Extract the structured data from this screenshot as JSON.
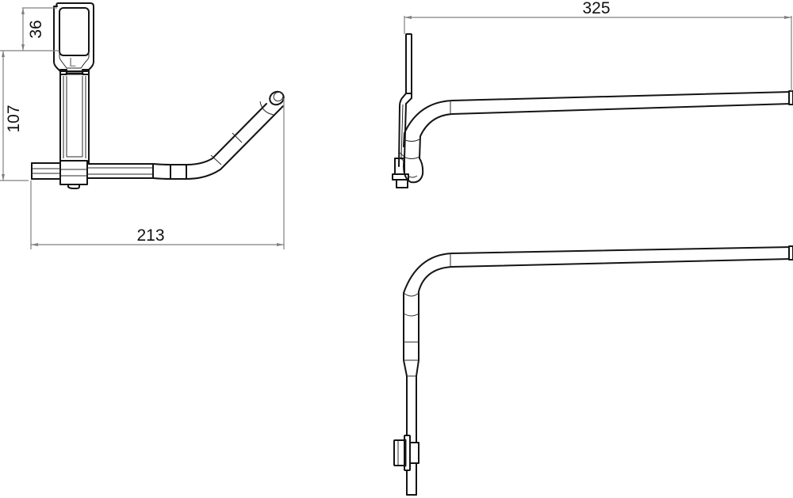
{
  "drawing": {
    "type": "technical dimension drawing",
    "views": [
      {
        "name": "front-view",
        "description": "holder with vertical mount plate and angled arm"
      },
      {
        "name": "side-view",
        "description": "long horizontal bar with curved end and mount"
      },
      {
        "name": "top-view",
        "description": "long horizontal bar bending down into vertical rod with clip"
      }
    ],
    "line_color": "#141414",
    "dimension_color": "#808080"
  },
  "dimensions": {
    "plate_height": "36",
    "overall_height": "107",
    "front_width": "213",
    "side_length": "325"
  },
  "labels": {
    "plate_marker": "L"
  }
}
